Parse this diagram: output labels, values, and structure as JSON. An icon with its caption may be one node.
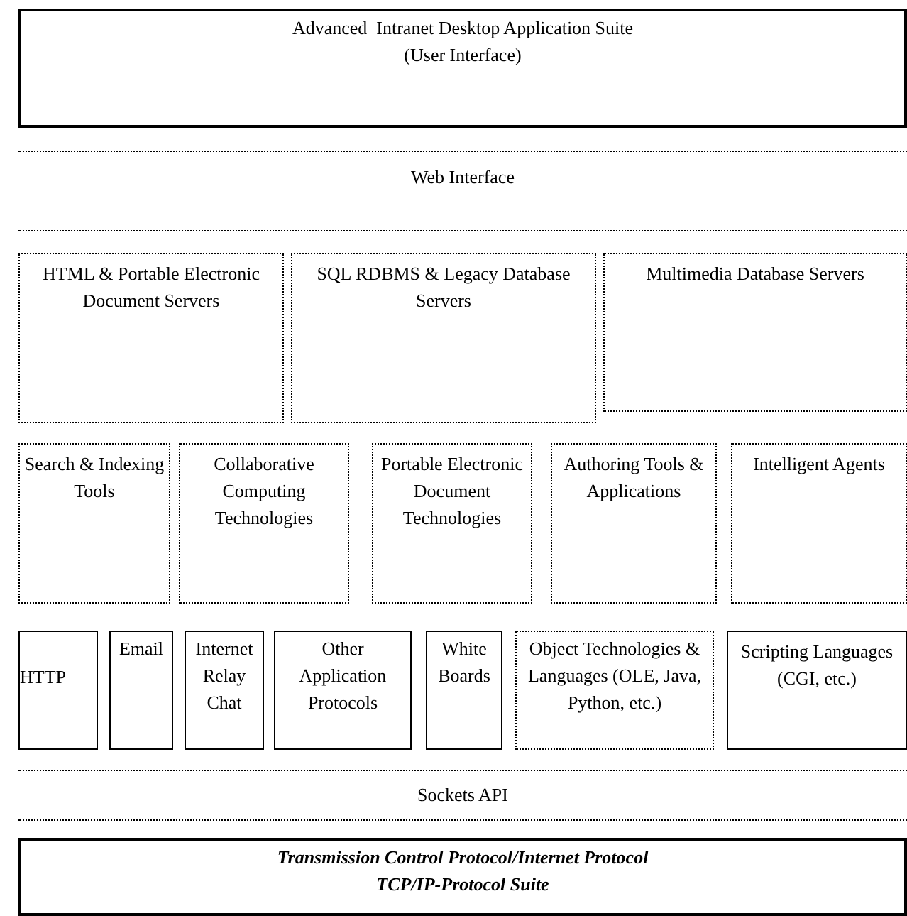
{
  "diagram": {
    "nodes": [
      {
        "text": [
          "Advanced  Intranet Desktop Application Suite (User Interface)"
        ]
      },
      {
        "text": [
          "Web Interface"
        ]
      },
      {
        "text": [
          "HTML & Portable Electronic Document Servers"
        ]
      },
      {
        "text": [
          "SQL RDBMS & Legacy Database Servers"
        ]
      },
      {
        "text": [
          "Multimedia Database Servers"
        ]
      },
      {
        "text": [
          "Search & Indexing Tools"
        ]
      },
      {
        "text": [
          "Collaborative Computing Technologies"
        ]
      },
      {
        "text": [
          "Portable Electronic Document Technologies"
        ]
      },
      {
        "text": [
          "Authoring Tools & Applications"
        ]
      },
      {
        "text": [
          "Intelligent Agents"
        ]
      },
      {
        "text": [
          "HTTP"
        ]
      },
      {
        "text": [
          "Email"
        ]
      },
      {
        "text": [
          "Internet Relay Chat"
        ]
      },
      {
        "text": [
          "Other Application Protocols"
        ]
      },
      {
        "text": [
          "White Boards"
        ]
      },
      {
        "text": [
          "Object Technologies & Languages (OLE, Java, Python, etc.)"
        ]
      },
      {
        "text": [
          "Scripting Languages (CGI, etc.)"
        ]
      },
      {
        "text": [
          "Sockets API"
        ]
      },
      {
        "text": [
          "Transmission Control Protocol/Internet Protocol",
          "TCP/IP-Protocol Suite"
        ]
      }
    ]
  }
}
